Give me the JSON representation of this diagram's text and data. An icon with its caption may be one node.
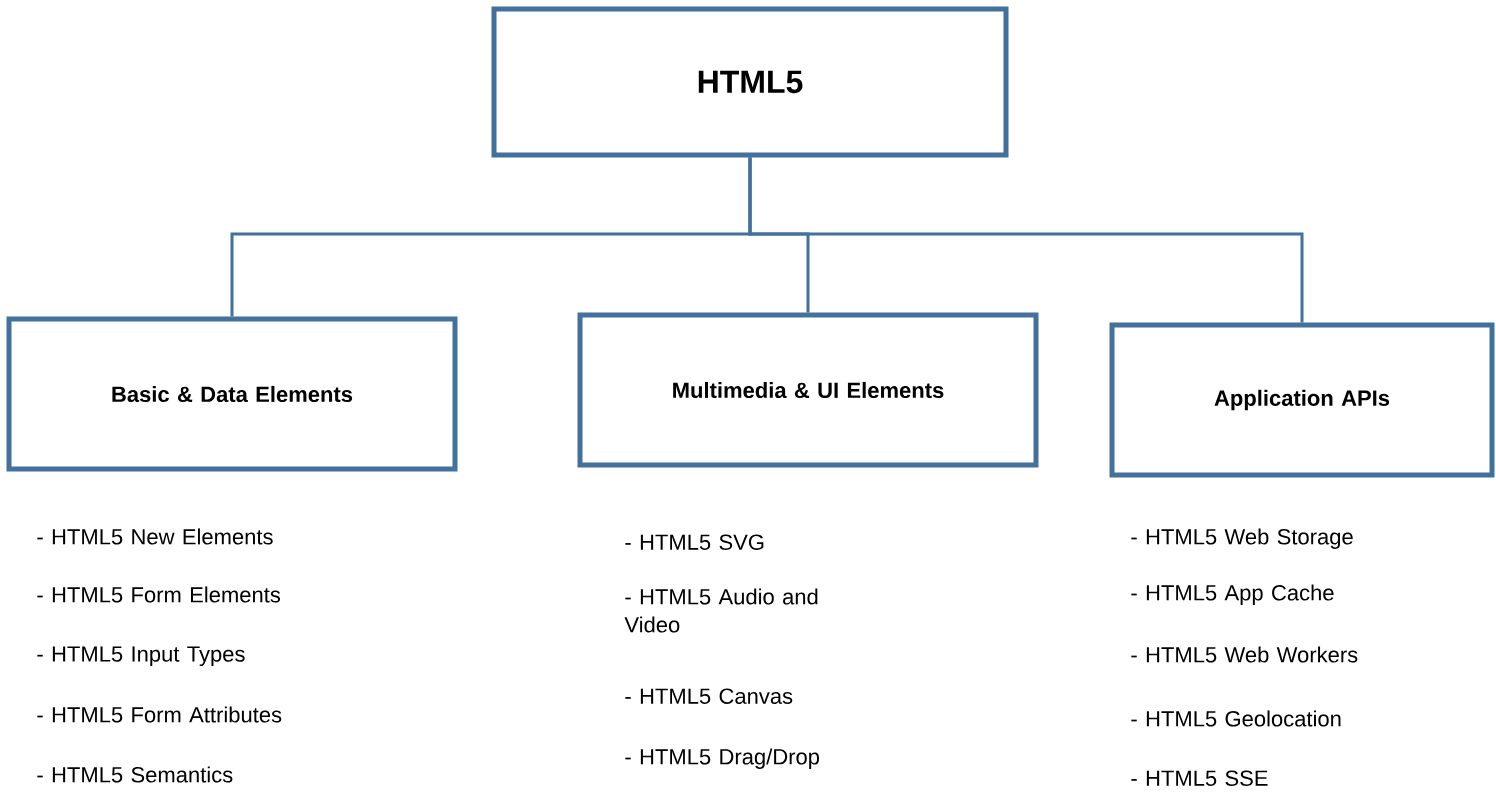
{
  "diagram": {
    "nodes": [
      {
        "text": [
          "HTML5"
        ]
      },
      {
        "text": [
          "Basic & Data Elements"
        ],
        "beside": [
          "- HTML5 New Elements",
          "- HTML5 Form Elements",
          "- HTML5 Input Types",
          "- HTML5 Form Attributes",
          "- HTML5 Semantics"
        ]
      },
      {
        "text": [
          "Multimedia & UI Elements"
        ],
        "beside": [
          "- HTML5 SVG",
          "- HTML5 Audio and Video",
          "- HTML5 Canvas",
          "- HTML5 Drag/Drop"
        ]
      },
      {
        "text": [
          "Application APIs"
        ],
        "beside": [
          "- HTML5 Web Storage",
          "- HTML5 App Cache",
          "- HTML5 Web Workers",
          "- HTML5 Geolocation",
          "- HTML5 SSE"
        ]
      }
    ],
    "edges": [
      {
        "from": 0,
        "to": 1,
        "arrow": "none"
      },
      {
        "from": 0,
        "to": 2,
        "arrow": "none"
      },
      {
        "from": 0,
        "to": 3,
        "arrow": "none"
      }
    ]
  }
}
